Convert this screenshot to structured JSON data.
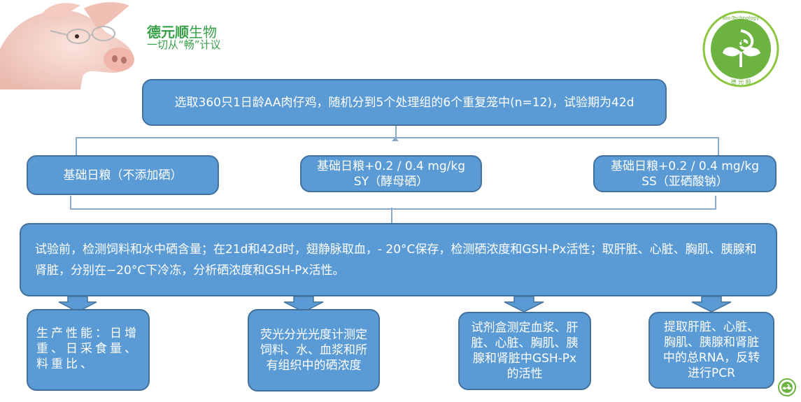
{
  "brand": {
    "name_bold": "德元顺",
    "name_rest": "生物",
    "slogan": "一切从“畅”计议",
    "logo_text_top": "Bio-Technology",
    "logo_text_bottom": "德 元 顺",
    "logo_letter": "d"
  },
  "colors": {
    "box_fill": "#5b9bd5",
    "box_border": "#41719c",
    "brand_green": "#37a048"
  },
  "flow": {
    "top": "选取360只1日龄AA肉仔鸡，随机分到5个处理组的6个重复笼中(n=12)，试验期为42d",
    "groups": [
      "基础日粮（不添加硒）",
      "基础日粮+0.2 / 0.4 mg/kg\nSY（酵母硒）",
      "基础日粮+0.2 / 0.4 mg/kg\nSS（亚硒酸钠）"
    ],
    "procedure": "试验前，检测饲料和水中硒含量；在21d和42d时，翅静脉取血，- 20°C保存，检测硒浓度和GSH-Px活性；取肝脏、心脏、胸肌、胰腺和肾脏，分别在−20°C下冷冻，分析硒浓度和GSH-Px活性。",
    "outcomes": [
      "生产性能：日增重、日采食量、料重比、",
      "荧光分光光度计测定饲料、水、血浆和所有组织中的硒浓度",
      "试剂盒测定血浆、肝脏、心脏、胸肌、胰腺和肾脏中GSH-Px的活性",
      "提取肝脏、心脏、胸肌、胰腺和肾脏中的总RNA，反转进行PCR"
    ]
  }
}
